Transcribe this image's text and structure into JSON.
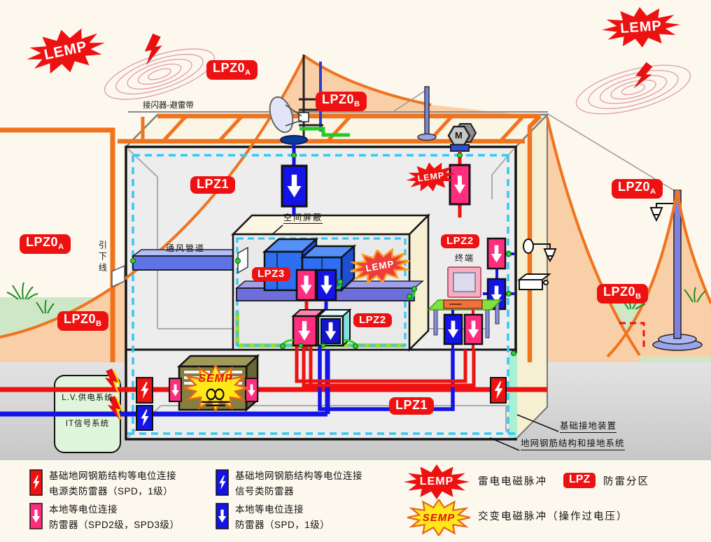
{
  "badges": {
    "lpz0a_top": {
      "main": "LPZ0",
      "sub": "A"
    },
    "lpz0b_top": {
      "main": "LPZ0",
      "sub": "B"
    },
    "lpz0a_left": {
      "main": "LPZ0",
      "sub": "A"
    },
    "lpz0b_left": {
      "main": "LPZ0",
      "sub": "B"
    },
    "lpz0a_right": {
      "main": "LPZ0",
      "sub": "A"
    },
    "lpz0b_right": {
      "main": "LPZ0",
      "sub": "B"
    },
    "lpz1_top": "LPZ1",
    "lpz1_bottom": "LPZ1",
    "lpz2_room": "LPZ2",
    "lpz2_terminal": "LPZ2",
    "lpz3": "LPZ3"
  },
  "stars": {
    "lemp_top_left": "LEMP",
    "lemp_top_right": "LEMP",
    "lemp_mid": "LEMP",
    "lemp_room": "LEMP",
    "semp_main": "SEMP"
  },
  "annotations": {
    "air_terminal": "接闪器-避雷带",
    "down_conductor": "引下线",
    "vent_duct": "通风管道",
    "space_shield": "空间屏蔽",
    "terminal": "终端",
    "motor": "M",
    "lv_system": "L.V.供电系统",
    "it_system": "IT信号系统",
    "foundation_earth": "基础接地装置",
    "ground_grid": "地网钢筋结构和接地系统"
  },
  "legend": {
    "items": [
      {
        "icon": "spd-power-bolt-red",
        "line1": "基础地网钢筋结构等电位连接",
        "line2": "电源类防雷器（SPD，1级）"
      },
      {
        "icon": "spd-local-arrow-pink",
        "line1": "本地等电位连接",
        "line2": "防雷器（SPD2级，SPD3级）"
      },
      {
        "icon": "spd-signal-bolt-blue",
        "line1": "基础地网钢筋结构等电位连接",
        "line2": "信号类防雷器"
      },
      {
        "icon": "spd-local-arrow-blue",
        "line1": "本地等电位连接",
        "line2": "防雷器（SPD，1级）"
      }
    ],
    "lemp_label": "LEMP",
    "lemp_desc": "雷电电磁脉冲",
    "lpz_label": "LPZ",
    "lpz_desc": "防雷分区",
    "semp_label": "SEMP",
    "semp_desc": "交变电磁脉冲（操作过电压）"
  },
  "colors": {
    "accent_orange": "#F0731E",
    "tent_fill": "#F9CFA8",
    "zone_red": "#EE1111",
    "spd_pink": "#FF2D7E",
    "spd_blue": "#1414E6",
    "shield_cyan": "#35C8F5",
    "bonding_green": "#2BD42B",
    "semp_yellow": "#FFE81A",
    "ground_green": "#CFE7C6"
  }
}
